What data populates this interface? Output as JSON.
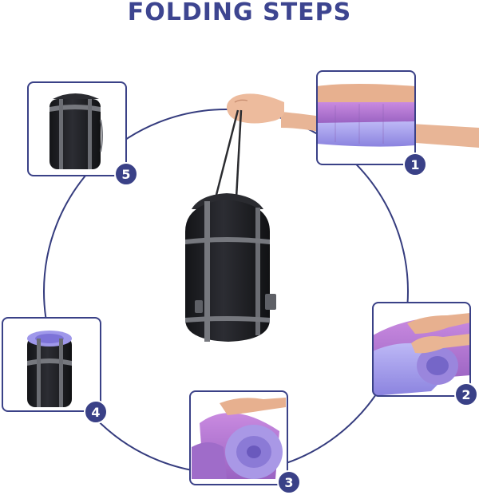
{
  "header": {
    "title": "FOLDING STEPS"
  },
  "colors": {
    "title": "#3d4590",
    "ring": "#353c7e",
    "badge": "#3a4187",
    "frame": "#3a4187",
    "bag": "#1f2024",
    "strap": "#76787e",
    "fabric_purple": "#b87ad0",
    "fabric_lilac": "#a7a2ec"
  },
  "steps": [
    {
      "number": "1",
      "image": "sleeping-bag-edge-photo"
    },
    {
      "number": "2",
      "image": "rolling-sleeping-bag-photo"
    },
    {
      "number": "3",
      "image": "rolled-sleeping-bag-photo"
    },
    {
      "number": "4",
      "image": "stuffing-into-sack-photo"
    },
    {
      "number": "5",
      "image": "cinched-sack-photo"
    }
  ],
  "center_image": "compression-sack-hanging-photo"
}
